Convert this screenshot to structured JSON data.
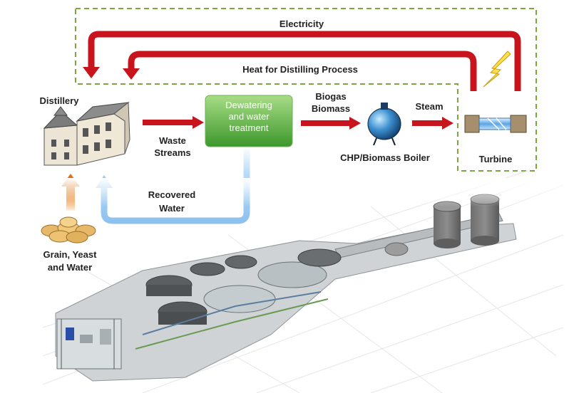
{
  "labels": {
    "electricity": "Electricity",
    "heat": "Heat for Distilling Process",
    "distillery": "Distillery",
    "dewatering": [
      "Dewatering",
      "and water",
      "treatment"
    ],
    "biogas": "Biogas",
    "biomass": "Biomass",
    "steam": "Steam",
    "waste1": "Waste",
    "waste2": "Streams",
    "chp": "CHP/Biomass Boiler",
    "turbine": "Turbine",
    "recovered1": "Recovered",
    "recovered2": "Water",
    "grain1": "Grain, Yeast",
    "grain2": "and Water"
  },
  "colors": {
    "arrow_red": "#c8141c",
    "arrow_orange": "#e07a1e",
    "arrow_blue": "#9ccbf0",
    "dashed_green": "#7aa83a",
    "box_green_top": "#9ed47c",
    "box_green_bottom": "#3f9a2e"
  },
  "icons": [
    "distillery-icon",
    "boiler-icon",
    "turbine-icon",
    "lightning-icon",
    "grain-icon",
    "plant-3d-model"
  ]
}
